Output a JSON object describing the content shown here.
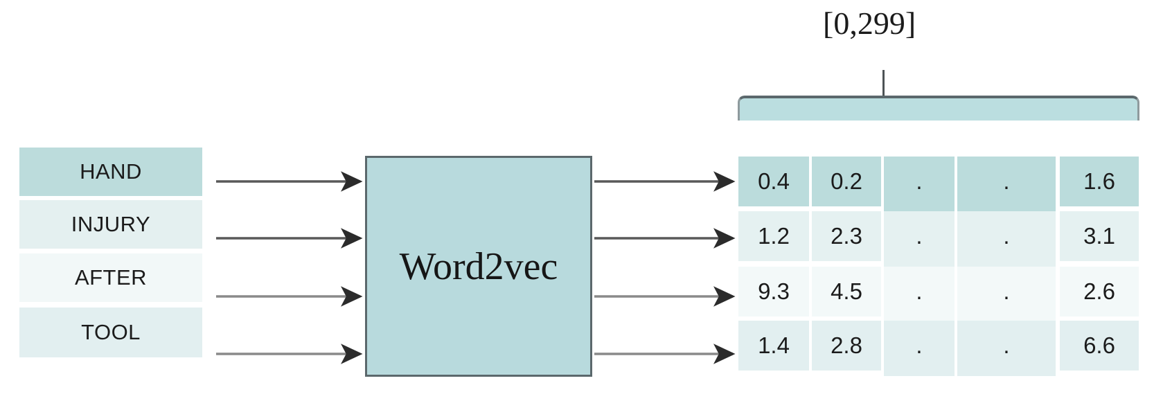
{
  "diagram": {
    "title": "Word2vec word embedding diagram",
    "model_label": "Word2vec",
    "range_label": "[0,299]",
    "colors": {
      "teal_dark": "#bbdcdc",
      "teal_light": "#e4f0f0",
      "teal_lightest": "#f3f9f9",
      "box_fill": "#b8dadd",
      "box_border": "#5b686c",
      "arrow": "#595959",
      "text": "#1b1b1b"
    },
    "words": [
      {
        "label": "HAND"
      },
      {
        "label": "INJURY"
      },
      {
        "label": "AFTER"
      },
      {
        "label": "TOOL"
      }
    ],
    "matrix": {
      "rows": [
        {
          "word": "HAND",
          "cells": [
            "0.4",
            "0.2",
            ".",
            ".",
            "1.6"
          ]
        },
        {
          "word": "INJURY",
          "cells": [
            "1.2",
            "2.3",
            ".",
            ".",
            "3.1"
          ]
        },
        {
          "word": "AFTER",
          "cells": [
            "9.3",
            "4.5",
            ".",
            ".",
            "2.6"
          ]
        },
        {
          "word": "TOOL",
          "cells": [
            "1.4",
            "2.8",
            ".",
            ".",
            "6.6"
          ]
        }
      ]
    },
    "icons": {
      "input_arrow": "arrow-right-icon",
      "output_arrow": "arrow-right-icon",
      "dimension_bracket": "bracket-icon",
      "bracket_tick": "tick-mark-icon"
    }
  }
}
